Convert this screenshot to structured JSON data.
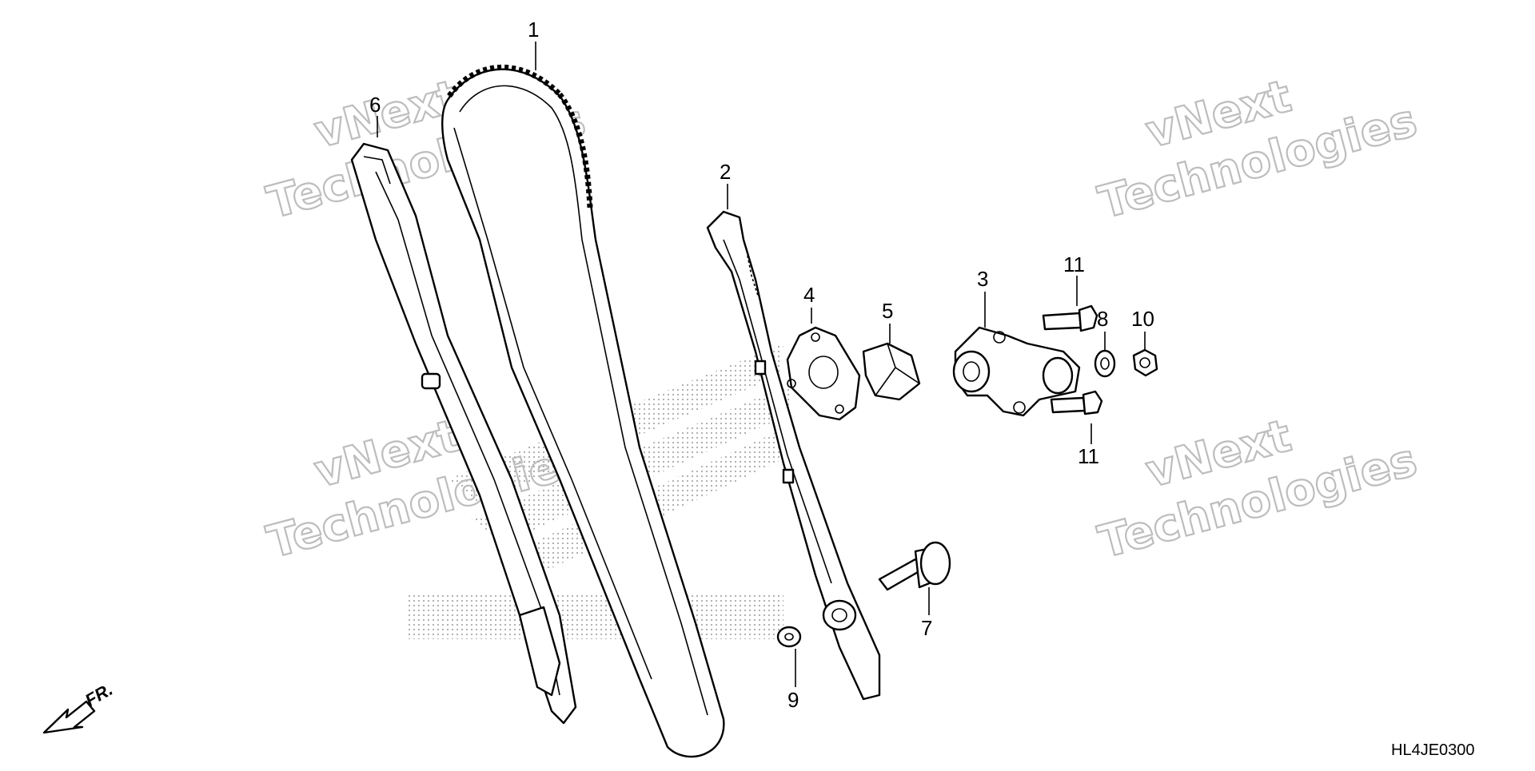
{
  "diagram": {
    "callouts": {
      "c1": "1",
      "c2": "2",
      "c3": "3",
      "c4": "4",
      "c5": "5",
      "c6": "6",
      "c7": "7",
      "c8": "8",
      "c9": "9",
      "c10": "10",
      "c11a": "11",
      "c11b": "11"
    },
    "diagram_code": "HL4JE0300",
    "front_indicator": "FR.",
    "watermark": {
      "line1": "vNext",
      "line2": "Technologies"
    },
    "colors": {
      "line": "#000000",
      "watermark": "#bdbdbd",
      "background": "#ffffff",
      "logo_dots": "#9a9a9a"
    },
    "icons": [
      "front-arrow-icon",
      "honda-wing-logo-watermark"
    ]
  }
}
